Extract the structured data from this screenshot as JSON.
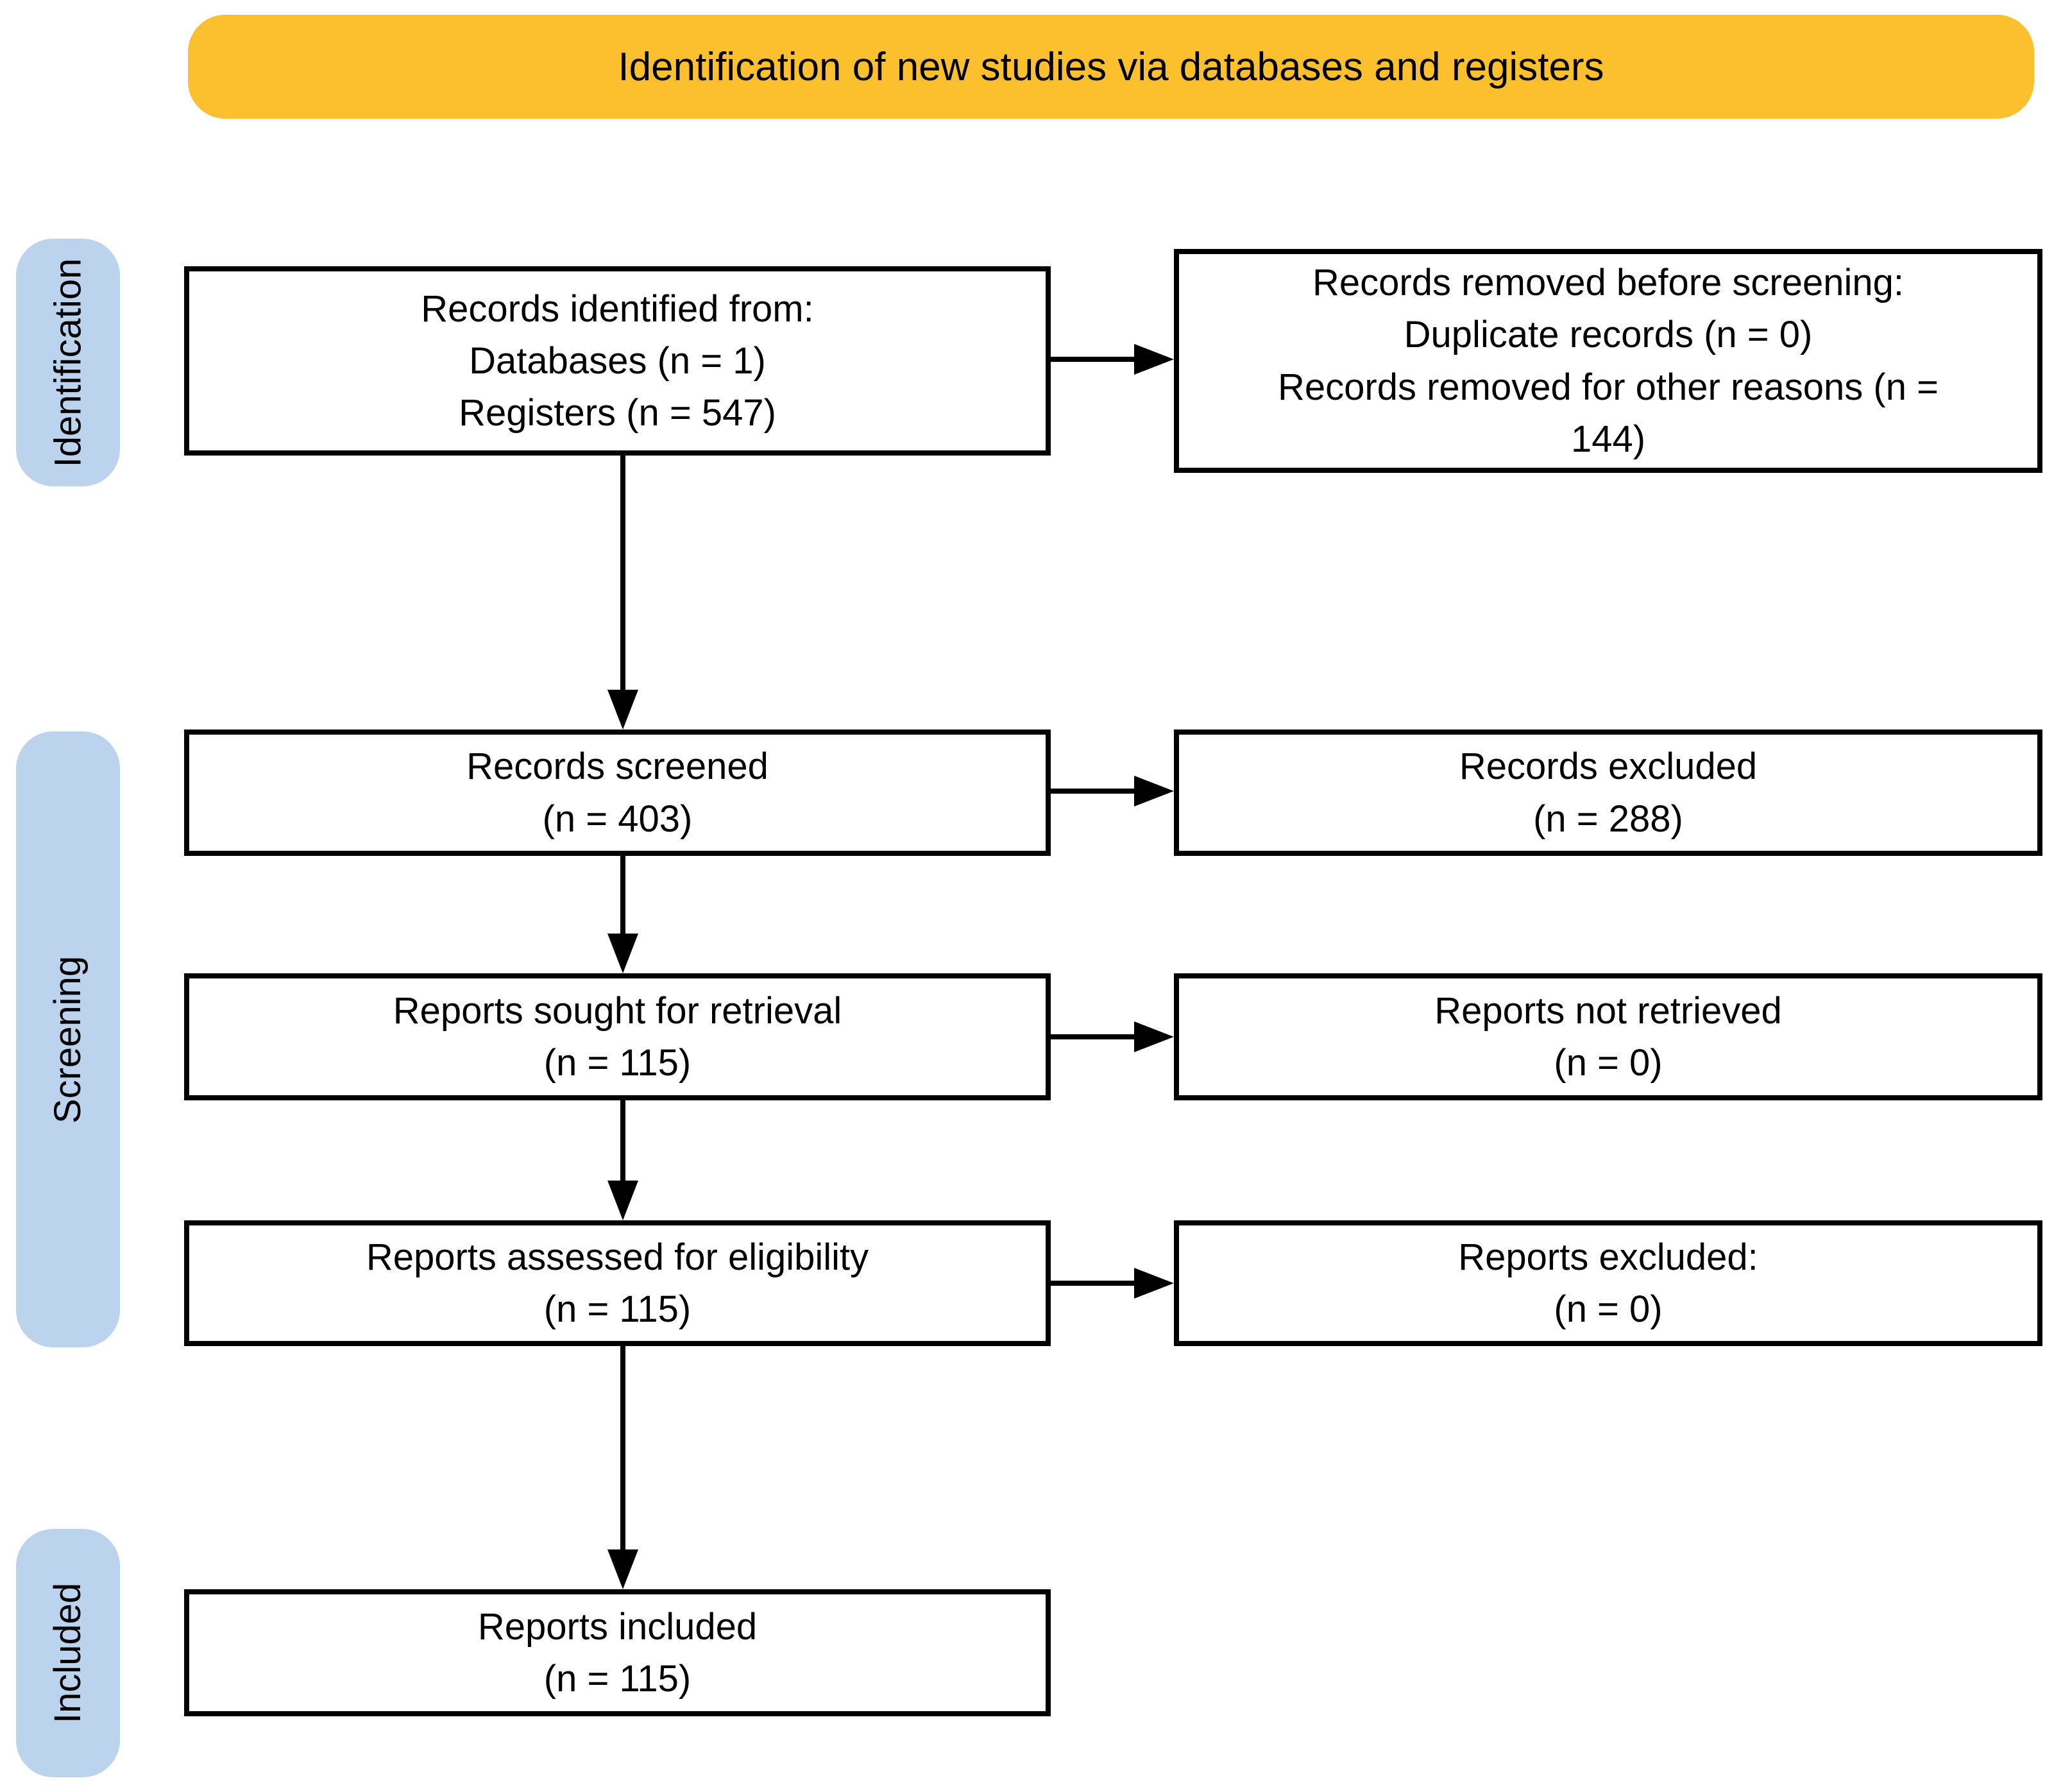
{
  "header": {
    "title": "Identification of new studies via databases and registers"
  },
  "sidebar": {
    "stages": [
      {
        "label": "Identification"
      },
      {
        "label": "Screening"
      },
      {
        "label": "Included"
      }
    ]
  },
  "boxes": {
    "records_identified": {
      "lines": [
        "Records identified from:",
        "Databases (n = 1)",
        "Registers (n = 547)"
      ]
    },
    "records_removed": {
      "lines": [
        "Records removed before screening:",
        "Duplicate records (n = 0)",
        "Records removed for other reasons (n =",
        "144)"
      ]
    },
    "records_screened": {
      "lines": [
        "Records screened",
        "(n = 403)"
      ]
    },
    "records_excluded": {
      "lines": [
        "Records excluded",
        "(n = 288)"
      ]
    },
    "reports_sought": {
      "lines": [
        "Reports sought for retrieval",
        "(n = 115)"
      ]
    },
    "reports_not_retrieved": {
      "lines": [
        "Reports not retrieved",
        "(n = 0)"
      ]
    },
    "reports_assessed": {
      "lines": [
        "Reports assessed for eligibility",
        "(n = 115)"
      ]
    },
    "reports_excluded": {
      "lines": [
        "Reports excluded:",
        "(n = 0)"
      ]
    },
    "reports_included": {
      "lines": [
        "Reports included",
        "(n = 115)"
      ]
    }
  },
  "colors": {
    "header_bg": "#FCBF2D",
    "stage_bg": "#BCD3EE",
    "box_bg": "#FFFFFF",
    "line": "#000000"
  }
}
